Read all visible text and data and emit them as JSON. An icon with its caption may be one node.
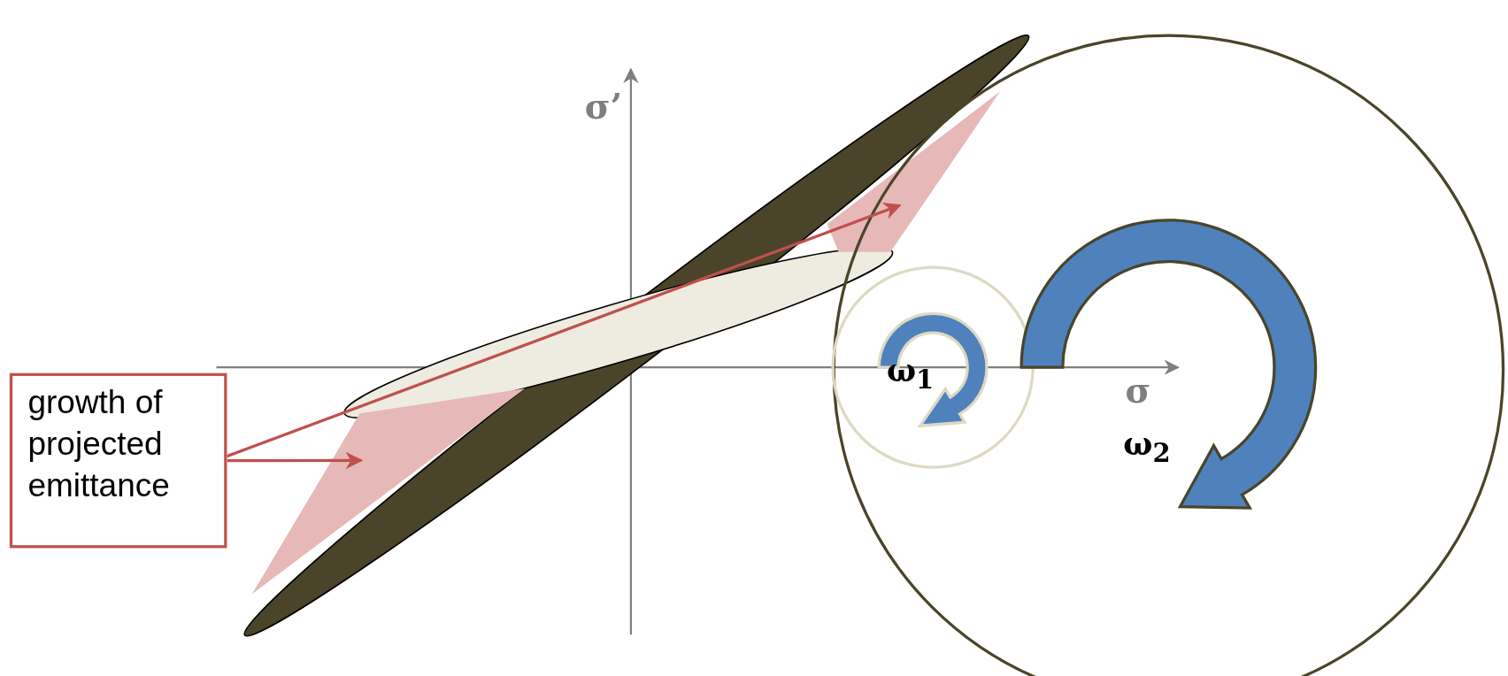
{
  "diagram": {
    "nodes": [
      {
        "text": [
          "growth of projected emittance"
        ]
      },
      {
        "text": [],
        "shape": "polygon"
      },
      {
        "text": [],
        "shape": "polygon"
      }
    ],
    "edges": [
      {
        "from": 0,
        "to": 1,
        "arrow": "to"
      },
      {
        "from": 0,
        "to": 2,
        "arrow": "to"
      }
    ],
    "labels": [
      "σ’",
      "σ",
      "ω$_{1}$",
      "ω$_{2}$"
    ]
  }
}
